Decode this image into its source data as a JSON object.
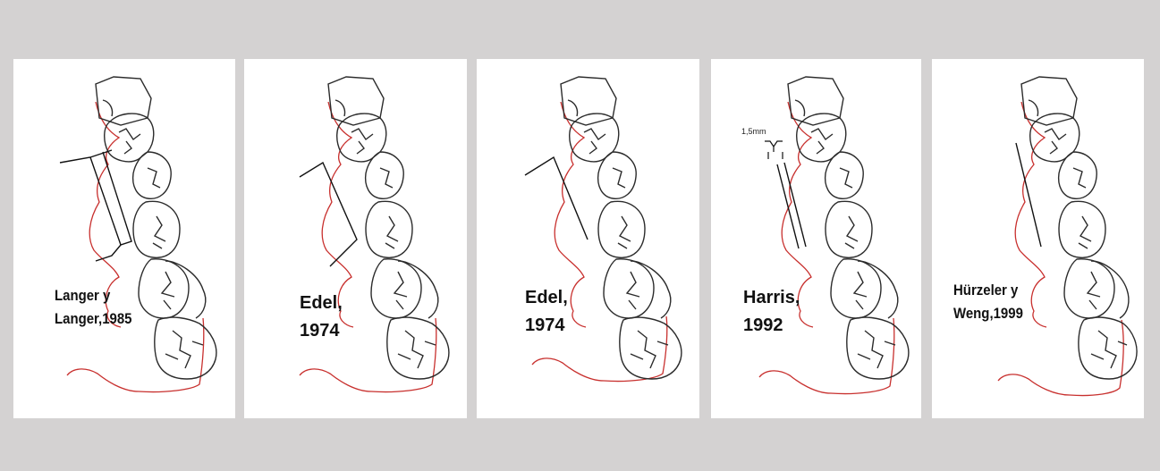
{
  "colors": {
    "background": "#d4d2d2",
    "panel": "#ffffff",
    "tooth_outline": "#2b2b2b",
    "gingiva_line": "#c8302e",
    "graft_line": "#111111"
  },
  "panels": [
    {
      "caption_line1": "Langer y",
      "caption_line2": "Langer,1985",
      "graft": "double-bar-with-leg"
    },
    {
      "caption_line1": "Edel,",
      "caption_line2": "1974",
      "graft": "angled-v"
    },
    {
      "caption_line1": "Edel,",
      "caption_line2": "1974",
      "graft": "angled-short"
    },
    {
      "caption_line1": "Harris,",
      "caption_line2": "1992",
      "graft": "double-parallel-lines",
      "measurement": "1,5mm"
    },
    {
      "caption_line1": "Hürzeler y",
      "caption_line2": "Weng,1999",
      "graft": "single-line"
    }
  ]
}
